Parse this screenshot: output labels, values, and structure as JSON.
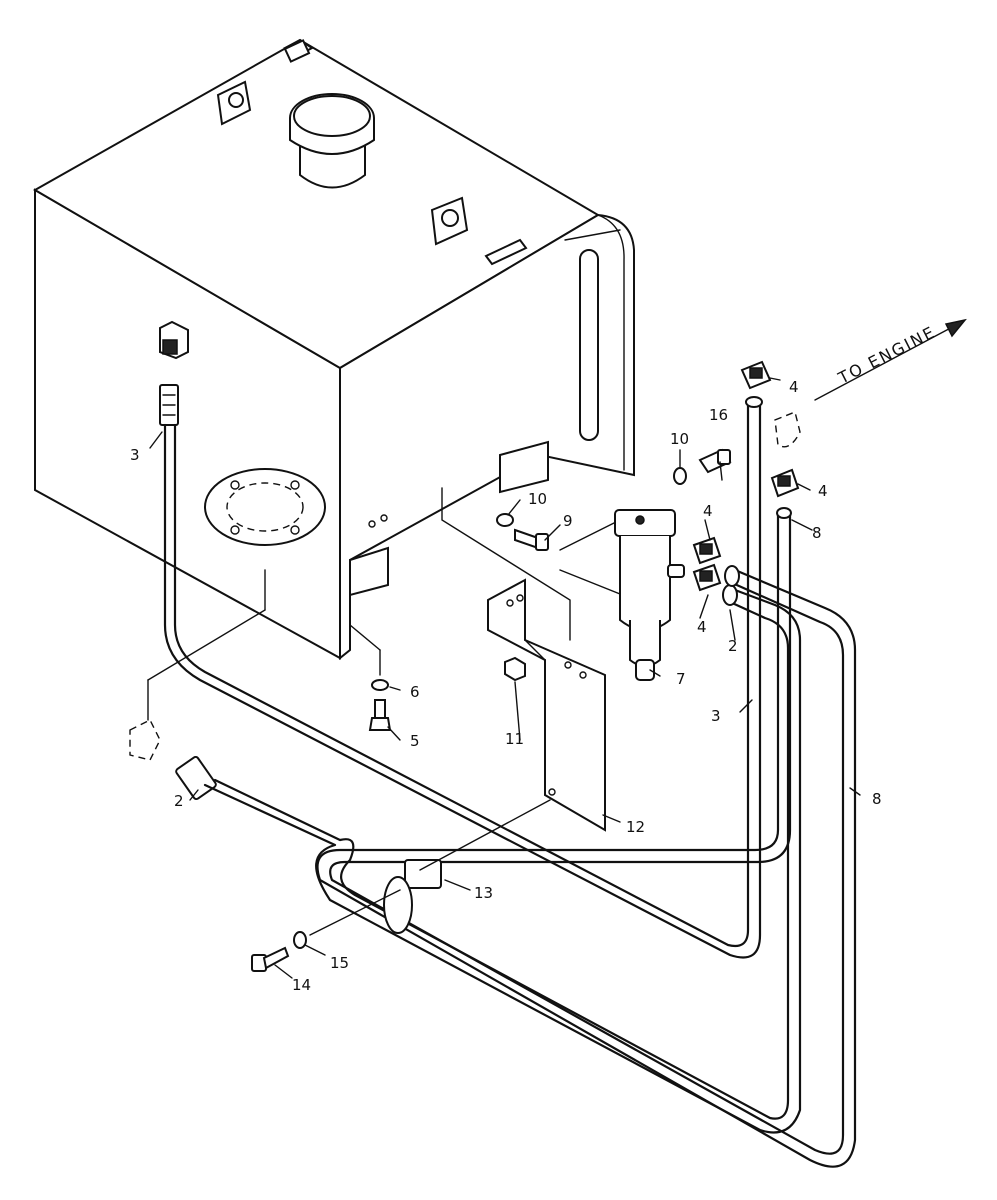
{
  "annotation": "TO ENGINE",
  "callouts": [
    "2",
    "2",
    "3",
    "3",
    "4",
    "4",
    "4",
    "4",
    "5",
    "6",
    "7",
    "8",
    "8",
    "9",
    "10",
    "10",
    "11",
    "12",
    "13",
    "14",
    "15",
    "16"
  ],
  "parts": {
    "tank": "hydraulic-tank",
    "cap": "filler-cap",
    "filter": "inline-fuel-filter",
    "bracket": "mounting-bracket",
    "clamp": "line-clamp"
  }
}
